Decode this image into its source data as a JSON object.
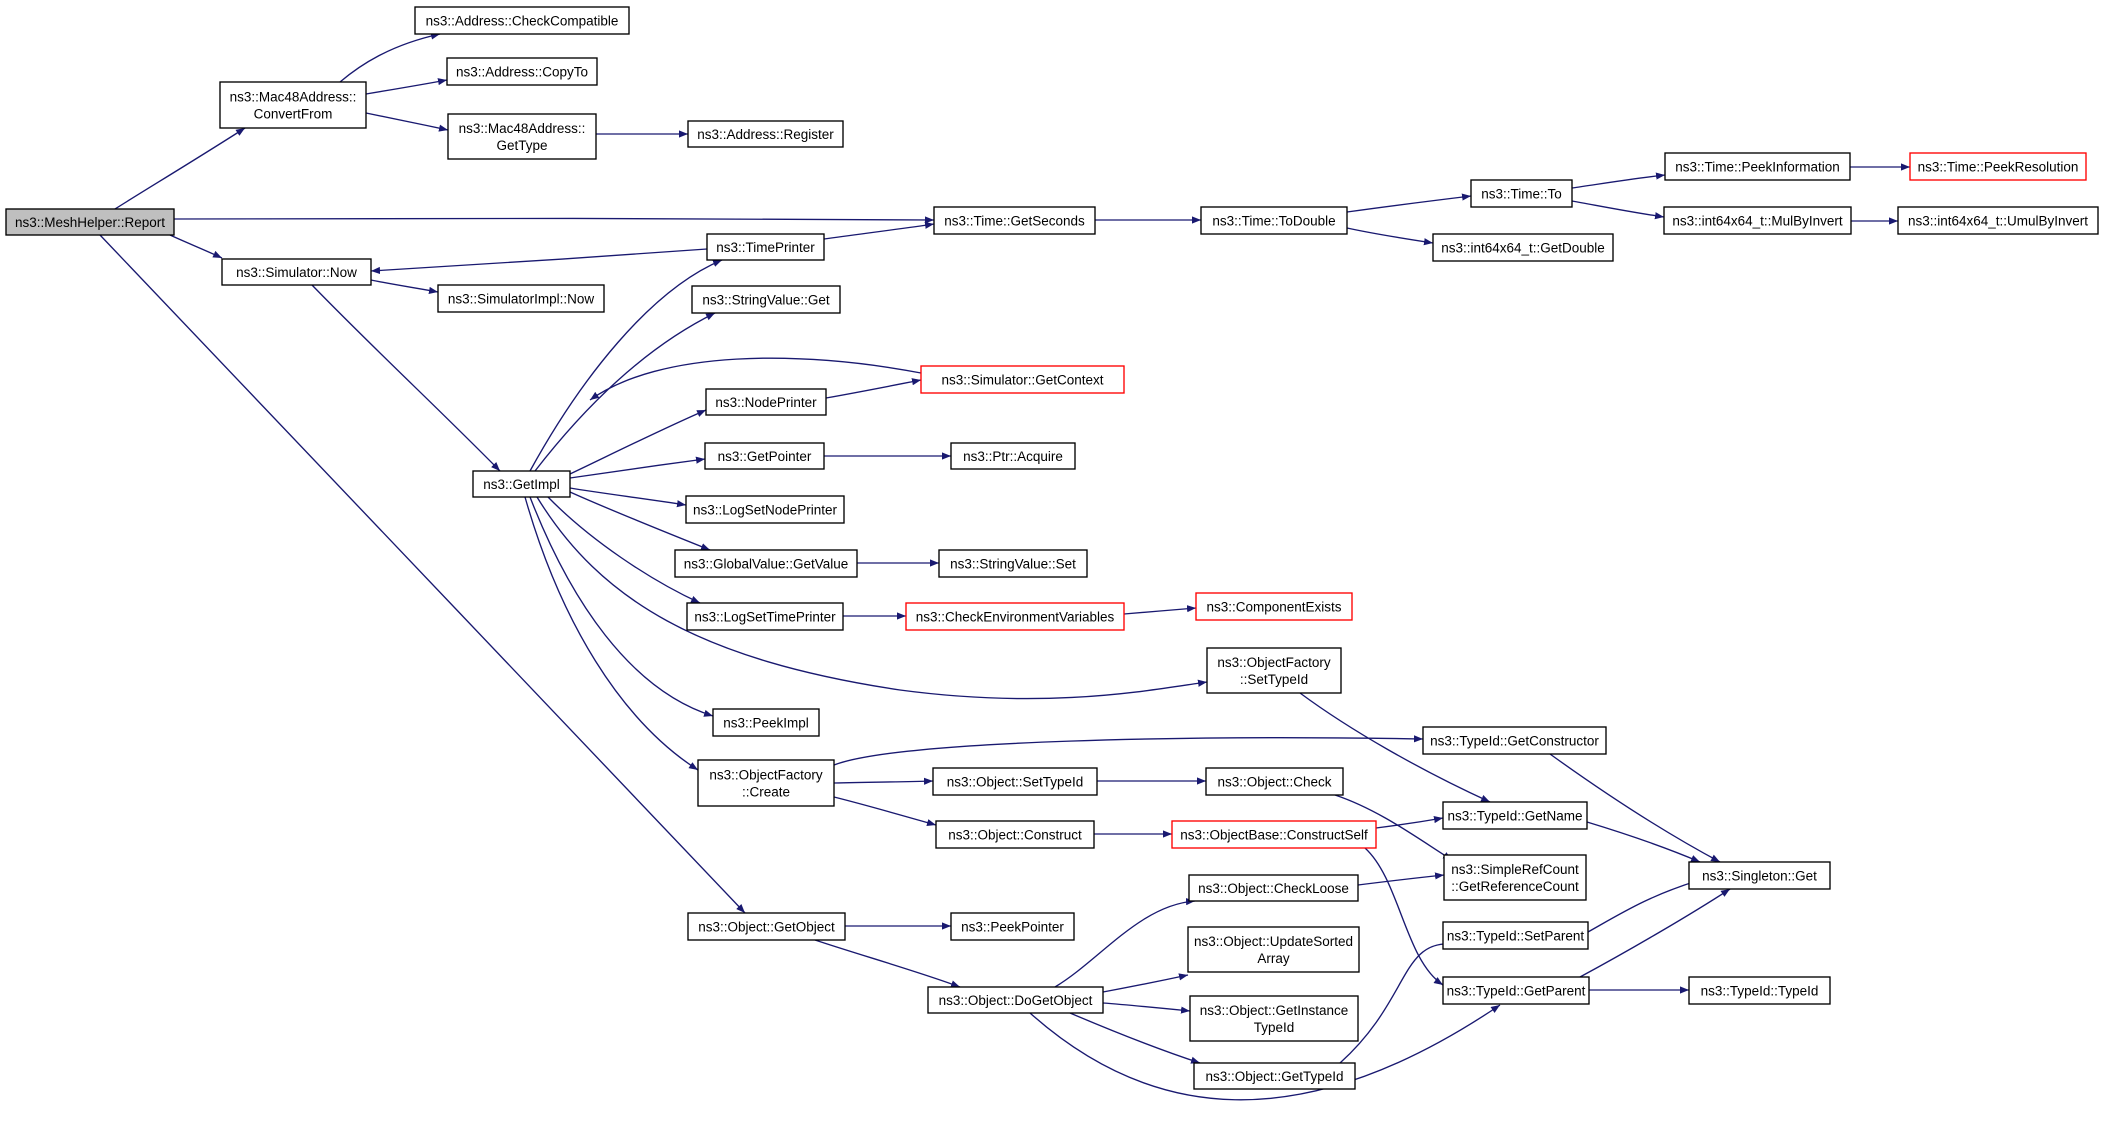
{
  "colors": {
    "edge": "#191970",
    "node_border": "#000000",
    "node_fill": "#ffffff",
    "root_fill": "#bfbfbf",
    "truncated_border": "#ff0000"
  },
  "nodes": [
    {
      "id": "report",
      "lines": [
        "ns3::MeshHelper::Report"
      ],
      "style": "root"
    },
    {
      "id": "mac48_convert",
      "lines": [
        "ns3::Mac48Address::",
        "ConvertFrom"
      ]
    },
    {
      "id": "addr_checkcompat",
      "lines": [
        "ns3::Address::CheckCompatible"
      ]
    },
    {
      "id": "addr_copyto",
      "lines": [
        "ns3::Address::CopyTo"
      ]
    },
    {
      "id": "mac48_gettype",
      "lines": [
        "ns3::Mac48Address::",
        "GetType"
      ]
    },
    {
      "id": "addr_register",
      "lines": [
        "ns3::Address::Register"
      ]
    },
    {
      "id": "sim_now",
      "lines": [
        "ns3::Simulator::Now"
      ]
    },
    {
      "id": "simimpl_now",
      "lines": [
        "ns3::SimulatorImpl::Now"
      ]
    },
    {
      "id": "getimpl",
      "lines": [
        "ns3::GetImpl"
      ]
    },
    {
      "id": "timeprinter",
      "lines": [
        "ns3::TimePrinter"
      ]
    },
    {
      "id": "time_getseconds",
      "lines": [
        "ns3::Time::GetSeconds"
      ]
    },
    {
      "id": "time_todouble",
      "lines": [
        "ns3::Time::ToDouble"
      ]
    },
    {
      "id": "time_to",
      "lines": [
        "ns3::Time::To"
      ]
    },
    {
      "id": "int64_getdouble",
      "lines": [
        "ns3::int64x64_t::GetDouble"
      ]
    },
    {
      "id": "time_peekinfo",
      "lines": [
        "ns3::Time::PeekInformation"
      ]
    },
    {
      "id": "time_peekres",
      "lines": [
        "ns3::Time::PeekResolution"
      ],
      "style": "truncated"
    },
    {
      "id": "int64_mulbyinvert",
      "lines": [
        "ns3::int64x64_t::MulByInvert"
      ]
    },
    {
      "id": "int64_umulbyinvert",
      "lines": [
        "ns3::int64x64_t::UmulByInvert"
      ]
    },
    {
      "id": "stringvalue_get",
      "lines": [
        "ns3::StringValue::Get"
      ]
    },
    {
      "id": "sim_getcontext",
      "lines": [
        "ns3::Simulator::GetContext"
      ],
      "style": "truncated"
    },
    {
      "id": "nodeprinter",
      "lines": [
        "ns3::NodePrinter"
      ]
    },
    {
      "id": "getpointer",
      "lines": [
        "ns3::GetPointer"
      ]
    },
    {
      "id": "ptr_acquire",
      "lines": [
        "ns3::Ptr::Acquire"
      ]
    },
    {
      "id": "logsetnodeprinter",
      "lines": [
        "ns3::LogSetNodePrinter"
      ]
    },
    {
      "id": "globalvalue_getvalue",
      "lines": [
        "ns3::GlobalValue::GetValue"
      ]
    },
    {
      "id": "stringvalue_set",
      "lines": [
        "ns3::StringValue::Set"
      ]
    },
    {
      "id": "logsettimeprinter",
      "lines": [
        "ns3::LogSetTimePrinter"
      ]
    },
    {
      "id": "checkenv",
      "lines": [
        "ns3::CheckEnvironmentVariables"
      ],
      "style": "truncated"
    },
    {
      "id": "componentexists",
      "lines": [
        "ns3::ComponentExists"
      ],
      "style": "truncated"
    },
    {
      "id": "objfactory_settypeid",
      "lines": [
        "ns3::ObjectFactory",
        "::SetTypeId"
      ]
    },
    {
      "id": "peekimpl",
      "lines": [
        "ns3::PeekImpl"
      ]
    },
    {
      "id": "objfactory_create",
      "lines": [
        "ns3::ObjectFactory",
        "::Create"
      ]
    },
    {
      "id": "typeid_getconstructor",
      "lines": [
        "ns3::TypeId::GetConstructor"
      ]
    },
    {
      "id": "object_settypeid",
      "lines": [
        "ns3::Object::SetTypeId"
      ]
    },
    {
      "id": "object_check",
      "lines": [
        "ns3::Object::Check"
      ]
    },
    {
      "id": "typeid_getname",
      "lines": [
        "ns3::TypeId::GetName"
      ]
    },
    {
      "id": "object_construct",
      "lines": [
        "ns3::Object::Construct"
      ]
    },
    {
      "id": "objectbase_constructself",
      "lines": [
        "ns3::ObjectBase::ConstructSelf"
      ],
      "style": "truncated"
    },
    {
      "id": "simplerefcount",
      "lines": [
        "ns3::SimpleRefCount",
        "::GetReferenceCount"
      ]
    },
    {
      "id": "singleton_get",
      "lines": [
        "ns3::Singleton::Get"
      ]
    },
    {
      "id": "object_getobject",
      "lines": [
        "ns3::Object::GetObject"
      ]
    },
    {
      "id": "peekpointer",
      "lines": [
        "ns3::PeekPointer"
      ]
    },
    {
      "id": "object_checkloose",
      "lines": [
        "ns3::Object::CheckLoose"
      ]
    },
    {
      "id": "typeid_setparent",
      "lines": [
        "ns3::TypeId::SetParent"
      ]
    },
    {
      "id": "object_updatesorted",
      "lines": [
        "ns3::Object::UpdateSorted",
        "Array"
      ]
    },
    {
      "id": "object_dogetobject",
      "lines": [
        "ns3::Object::DoGetObject"
      ]
    },
    {
      "id": "typeid_getparent",
      "lines": [
        "ns3::TypeId::GetParent"
      ]
    },
    {
      "id": "typeid_typeid",
      "lines": [
        "ns3::TypeId::TypeId"
      ]
    },
    {
      "id": "object_getinstancetypeid",
      "lines": [
        "ns3::Object::GetInstance",
        "TypeId"
      ]
    },
    {
      "id": "object_gettypeid",
      "lines": [
        "ns3::Object::GetTypeId"
      ]
    }
  ],
  "edges": [
    {
      "from": "report",
      "to": "mac48_convert"
    },
    {
      "from": "report",
      "to": "time_getseconds"
    },
    {
      "from": "report",
      "to": "sim_now"
    },
    {
      "from": "report",
      "to": "object_getobject"
    },
    {
      "from": "mac48_convert",
      "to": "addr_checkcompat"
    },
    {
      "from": "mac48_convert",
      "to": "addr_copyto"
    },
    {
      "from": "mac48_convert",
      "to": "mac48_gettype"
    },
    {
      "from": "mac48_gettype",
      "to": "addr_register"
    },
    {
      "from": "sim_now",
      "to": "simimpl_now"
    },
    {
      "from": "sim_now",
      "to": "getimpl"
    },
    {
      "from": "timeprinter",
      "to": "sim_now"
    },
    {
      "from": "timeprinter",
      "to": "time_getseconds"
    },
    {
      "from": "time_getseconds",
      "to": "time_todouble"
    },
    {
      "from": "time_todouble",
      "to": "time_to"
    },
    {
      "from": "time_todouble",
      "to": "int64_getdouble"
    },
    {
      "from": "time_to",
      "to": "time_peekinfo"
    },
    {
      "from": "time_to",
      "to": "int64_mulbyinvert"
    },
    {
      "from": "time_peekinfo",
      "to": "time_peekres"
    },
    {
      "from": "int64_mulbyinvert",
      "to": "int64_umulbyinvert"
    },
    {
      "from": "getimpl",
      "to": "timeprinter"
    },
    {
      "from": "getimpl",
      "to": "stringvalue_get"
    },
    {
      "from": "sim_getcontext",
      "to": "getimpl"
    },
    {
      "from": "getimpl",
      "to": "nodeprinter"
    },
    {
      "from": "getimpl",
      "to": "getpointer"
    },
    {
      "from": "getimpl",
      "to": "logsetnodeprinter"
    },
    {
      "from": "getimpl",
      "to": "globalvalue_getvalue"
    },
    {
      "from": "getimpl",
      "to": "logsettimeprinter"
    },
    {
      "from": "getimpl",
      "to": "objfactory_settypeid"
    },
    {
      "from": "getimpl",
      "to": "peekimpl"
    },
    {
      "from": "getimpl",
      "to": "objfactory_create"
    },
    {
      "from": "nodeprinter",
      "to": "sim_getcontext"
    },
    {
      "from": "getpointer",
      "to": "ptr_acquire"
    },
    {
      "from": "globalvalue_getvalue",
      "to": "stringvalue_set"
    },
    {
      "from": "logsettimeprinter",
      "to": "checkenv"
    },
    {
      "from": "checkenv",
      "to": "componentexists"
    },
    {
      "from": "objfactory_settypeid",
      "to": "typeid_getname"
    },
    {
      "from": "objfactory_create",
      "to": "typeid_getconstructor"
    },
    {
      "from": "objfactory_create",
      "to": "object_settypeid"
    },
    {
      "from": "objfactory_create",
      "to": "object_construct"
    },
    {
      "from": "typeid_getconstructor",
      "to": "singleton_get"
    },
    {
      "from": "object_settypeid",
      "to": "object_check"
    },
    {
      "from": "object_check",
      "to": "simplerefcount"
    },
    {
      "from": "object_construct",
      "to": "objectbase_constructself"
    },
    {
      "from": "objectbase_constructself",
      "to": "typeid_getname"
    },
    {
      "from": "objectbase_constructself",
      "to": "typeid_getparent"
    },
    {
      "from": "typeid_getname",
      "to": "singleton_get"
    },
    {
      "from": "object_getobject",
      "to": "peekpointer"
    },
    {
      "from": "object_getobject",
      "to": "object_dogetobject"
    },
    {
      "from": "object_dogetobject",
      "to": "object_checkloose"
    },
    {
      "from": "object_dogetobject",
      "to": "object_updatesorted"
    },
    {
      "from": "object_dogetobject",
      "to": "object_getinstancetypeid"
    },
    {
      "from": "object_dogetobject",
      "to": "object_gettypeid"
    },
    {
      "from": "object_dogetobject",
      "to": "typeid_getparent"
    },
    {
      "from": "object_checkloose",
      "to": "simplerefcount"
    },
    {
      "from": "object_gettypeid",
      "to": "typeid_setparent"
    },
    {
      "from": "typeid_setparent",
      "to": "singleton_get"
    },
    {
      "from": "typeid_getparent",
      "to": "singleton_get"
    },
    {
      "from": "typeid_getparent",
      "to": "typeid_typeid"
    }
  ]
}
